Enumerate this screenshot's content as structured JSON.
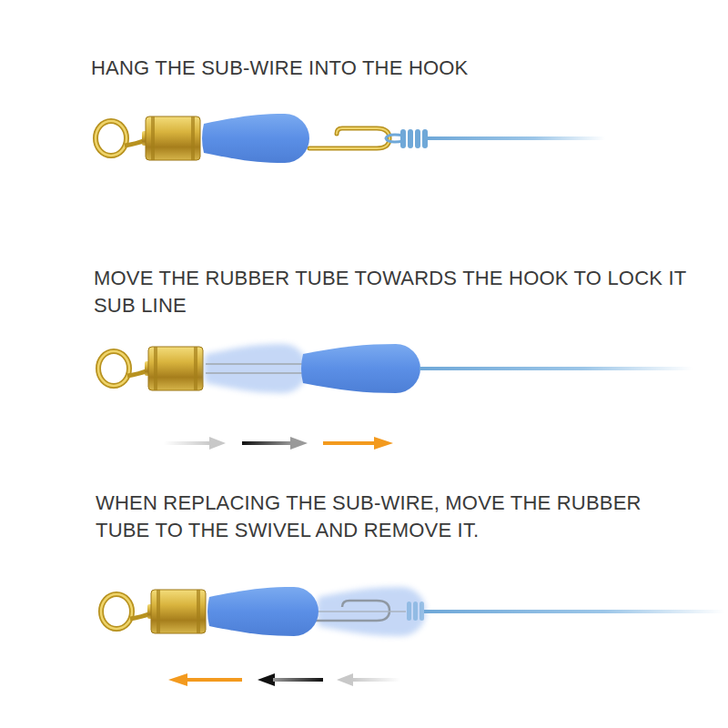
{
  "diagram": {
    "labels": [
      "HANG THE SUB-WIRE INTO THE HOOK",
      "MOVE THE RUBBER TUBE TOWARDS THE HOOK TO LOCK IT SUB LINE",
      "WHEN REPLACING THE SUB-WIRE, MOVE THE RUBBER TUBE TO THE SWIVEL AND REMOVE IT."
    ]
  }
}
